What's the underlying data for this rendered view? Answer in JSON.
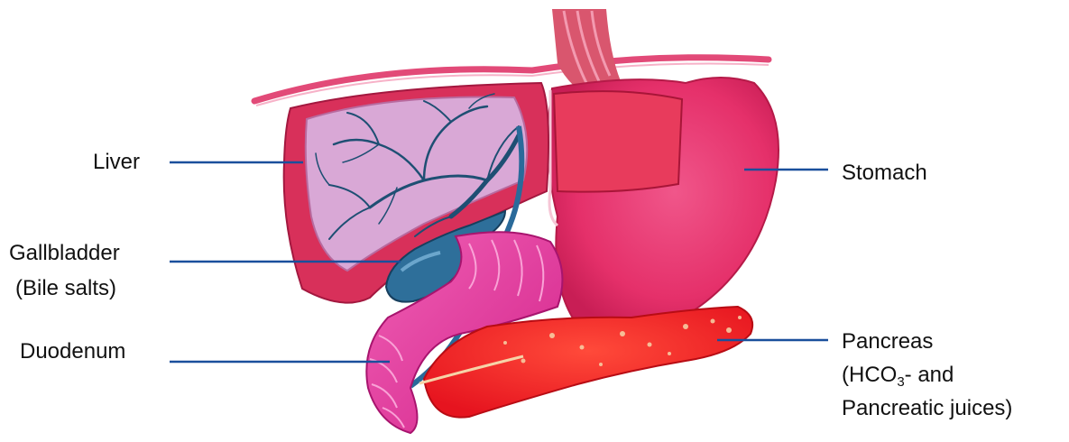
{
  "labels": {
    "liver": "Liver",
    "gallbladder": "Gallbladder",
    "gallbladder_note": "(Bile salts)",
    "duodenum": "Duodenum",
    "stomach": "Stomach",
    "pancreas": "Pancreas",
    "pancreas_note_pre": "(HCO",
    "pancreas_note_sub": "3",
    "pancreas_note_post": "- and",
    "pancreas_note_line2": "Pancreatic juices)"
  },
  "colors": {
    "leader_line": "#1a4f9c",
    "liver": "#d8305a",
    "liver_surface": "#d9a8d6",
    "vessels": "#1e4f73",
    "gallbladder": "#2e6f9a",
    "stomach": "#e8336c",
    "duodenum": "#e0369a",
    "pancreas": "#ee1b24",
    "esophagus": "#d9566e"
  },
  "icons": {
    "illustration": "digestive-organs-icon"
  }
}
